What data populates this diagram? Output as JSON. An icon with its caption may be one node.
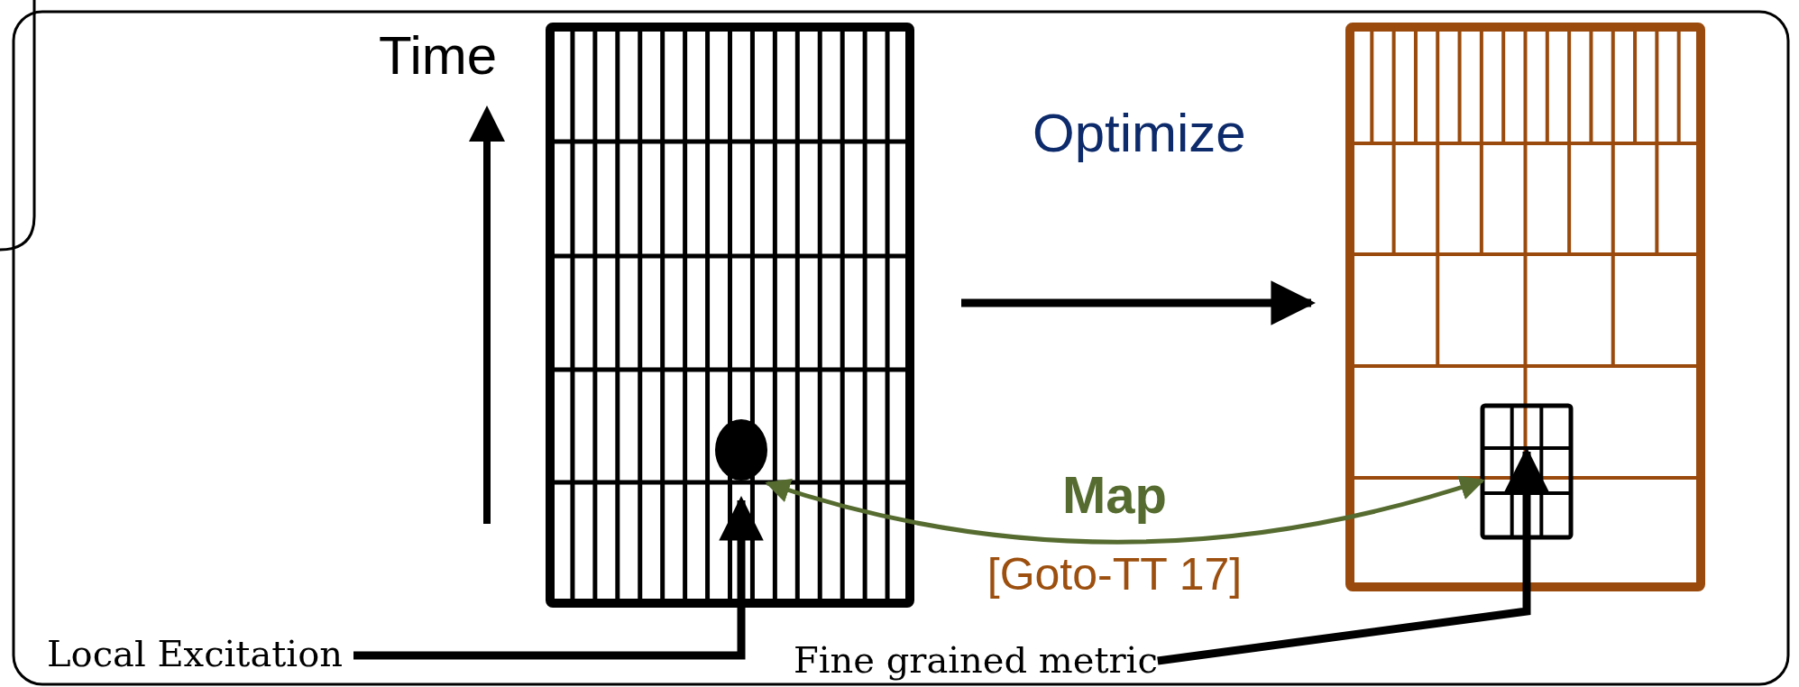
{
  "diagram": {
    "nodes": [
      {
        "text": [],
        "shape": "box"
      },
      {
        "text": [],
        "shape": "circle",
        "in": 0
      },
      {
        "text": [],
        "shape": "box"
      },
      {
        "text": [],
        "shape": "box",
        "in": 2
      },
      {
        "text": [
          "Local Excitation"
        ]
      },
      {
        "text": [
          "Fine grained metric"
        ]
      }
    ],
    "edges": [
      {
        "from": 0,
        "to": 2,
        "arrow": "to",
        "label": "Optimize"
      },
      {
        "from": 3,
        "to": 1,
        "arrow": "both",
        "label": "Map",
        "color": "#556b2f"
      },
      {
        "from": 4,
        "to": 1,
        "arrow": "to"
      },
      {
        "from": 5,
        "to": 3,
        "arrow": "to"
      }
    ],
    "labels": [
      "Time",
      "[Goto-TT 17]"
    ]
  }
}
